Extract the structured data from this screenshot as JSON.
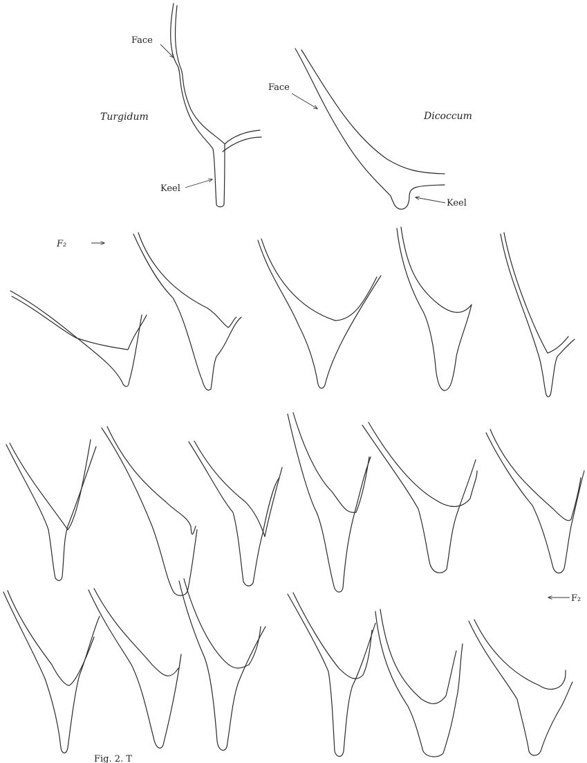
{
  "labels": {
    "face": "Face",
    "keel": "Keel",
    "turgidum": "Turgidum",
    "dicoccum": "Dicoccum",
    "f2_row_marker": "F₂",
    "f2_side_marker": "F₂",
    "caption": "Fig. 2. T"
  }
}
